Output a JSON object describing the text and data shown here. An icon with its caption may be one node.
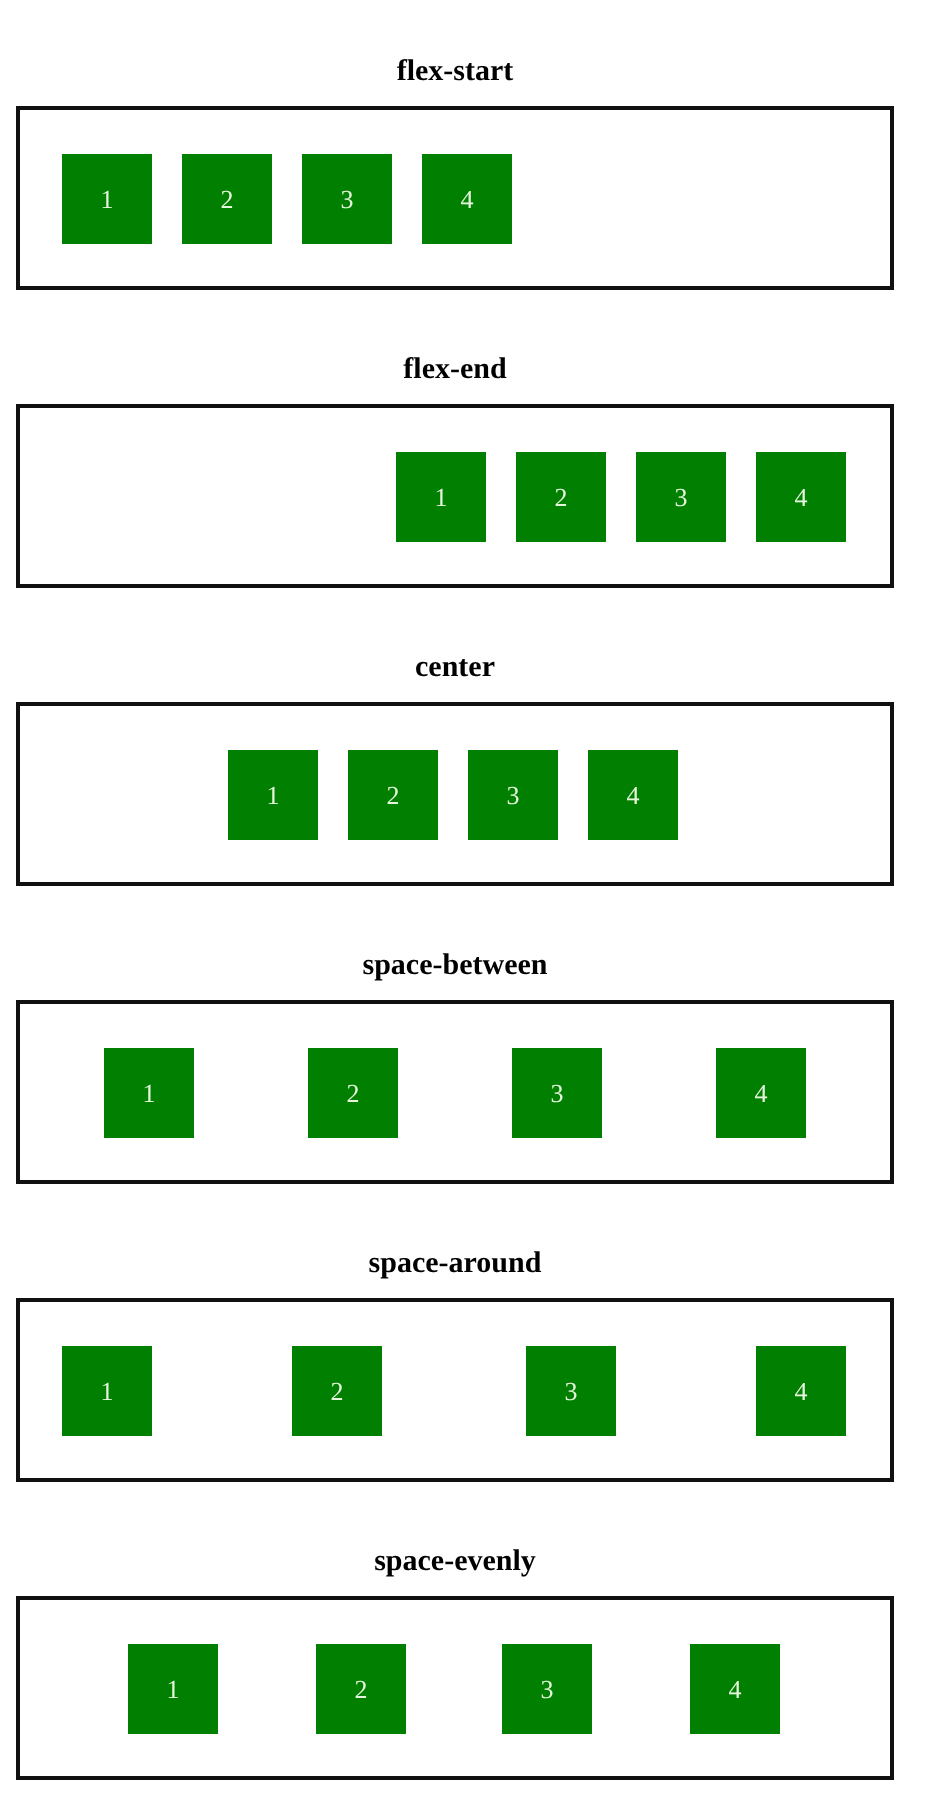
{
  "diagram": {
    "nodes": [
      {
        "text": [
          "flex-start"
        ]
      },
      {
        "text": [
          "1"
        ],
        "in": 0
      },
      {
        "text": [
          "2"
        ],
        "in": 0
      },
      {
        "text": [
          "3"
        ],
        "in": 0
      },
      {
        "text": [
          "4"
        ],
        "in": 0
      },
      {
        "text": [
          "flex-end"
        ]
      },
      {
        "text": [
          "1"
        ],
        "in": 5
      },
      {
        "text": [
          "2"
        ],
        "in": 5
      },
      {
        "text": [
          "3"
        ],
        "in": 5
      },
      {
        "text": [
          "4"
        ],
        "in": 5
      },
      {
        "text": [
          "center"
        ]
      },
      {
        "text": [
          "1"
        ],
        "in": 10
      },
      {
        "text": [
          "2"
        ],
        "in": 10
      },
      {
        "text": [
          "3"
        ],
        "in": 10
      },
      {
        "text": [
          "4"
        ],
        "in": 10
      },
      {
        "text": [
          "space-between"
        ]
      },
      {
        "text": [
          "1"
        ],
        "in": 15
      },
      {
        "text": [
          "2"
        ],
        "in": 15
      },
      {
        "text": [
          "3"
        ],
        "in": 15
      },
      {
        "text": [
          "4"
        ],
        "in": 15
      },
      {
        "text": [
          "space-around"
        ]
      },
      {
        "text": [
          "1"
        ],
        "in": 20
      },
      {
        "text": [
          "2"
        ],
        "in": 20
      },
      {
        "text": [
          "3"
        ],
        "in": 20
      },
      {
        "text": [
          "4"
        ],
        "in": 20
      },
      {
        "text": [
          "space-evenly"
        ]
      },
      {
        "text": [
          "1"
        ],
        "in": 25
      },
      {
        "text": [
          "2"
        ],
        "in": 25
      },
      {
        "text": [
          "3"
        ],
        "in": 25
      },
      {
        "text": [
          "4"
        ],
        "in": 25
      }
    ]
  }
}
